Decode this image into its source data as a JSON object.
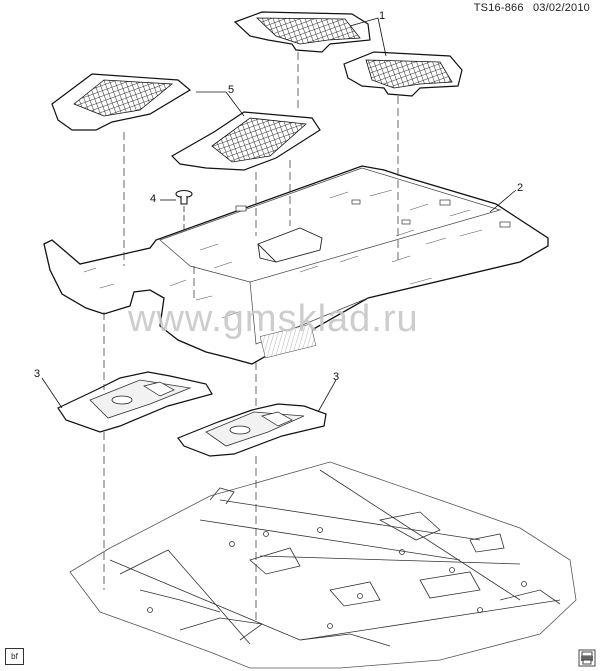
{
  "header": {
    "drawing_id": "TS16-866",
    "date": "03/02/2010"
  },
  "callouts": {
    "c1": "1",
    "c2": "2",
    "c3a": "3",
    "c3b": "3",
    "c4": "4",
    "c5": "5"
  },
  "watermark": "www.gmsklad.ru",
  "corner_tag": "bf",
  "icons": {
    "bottom_right": "print-icon"
  }
}
